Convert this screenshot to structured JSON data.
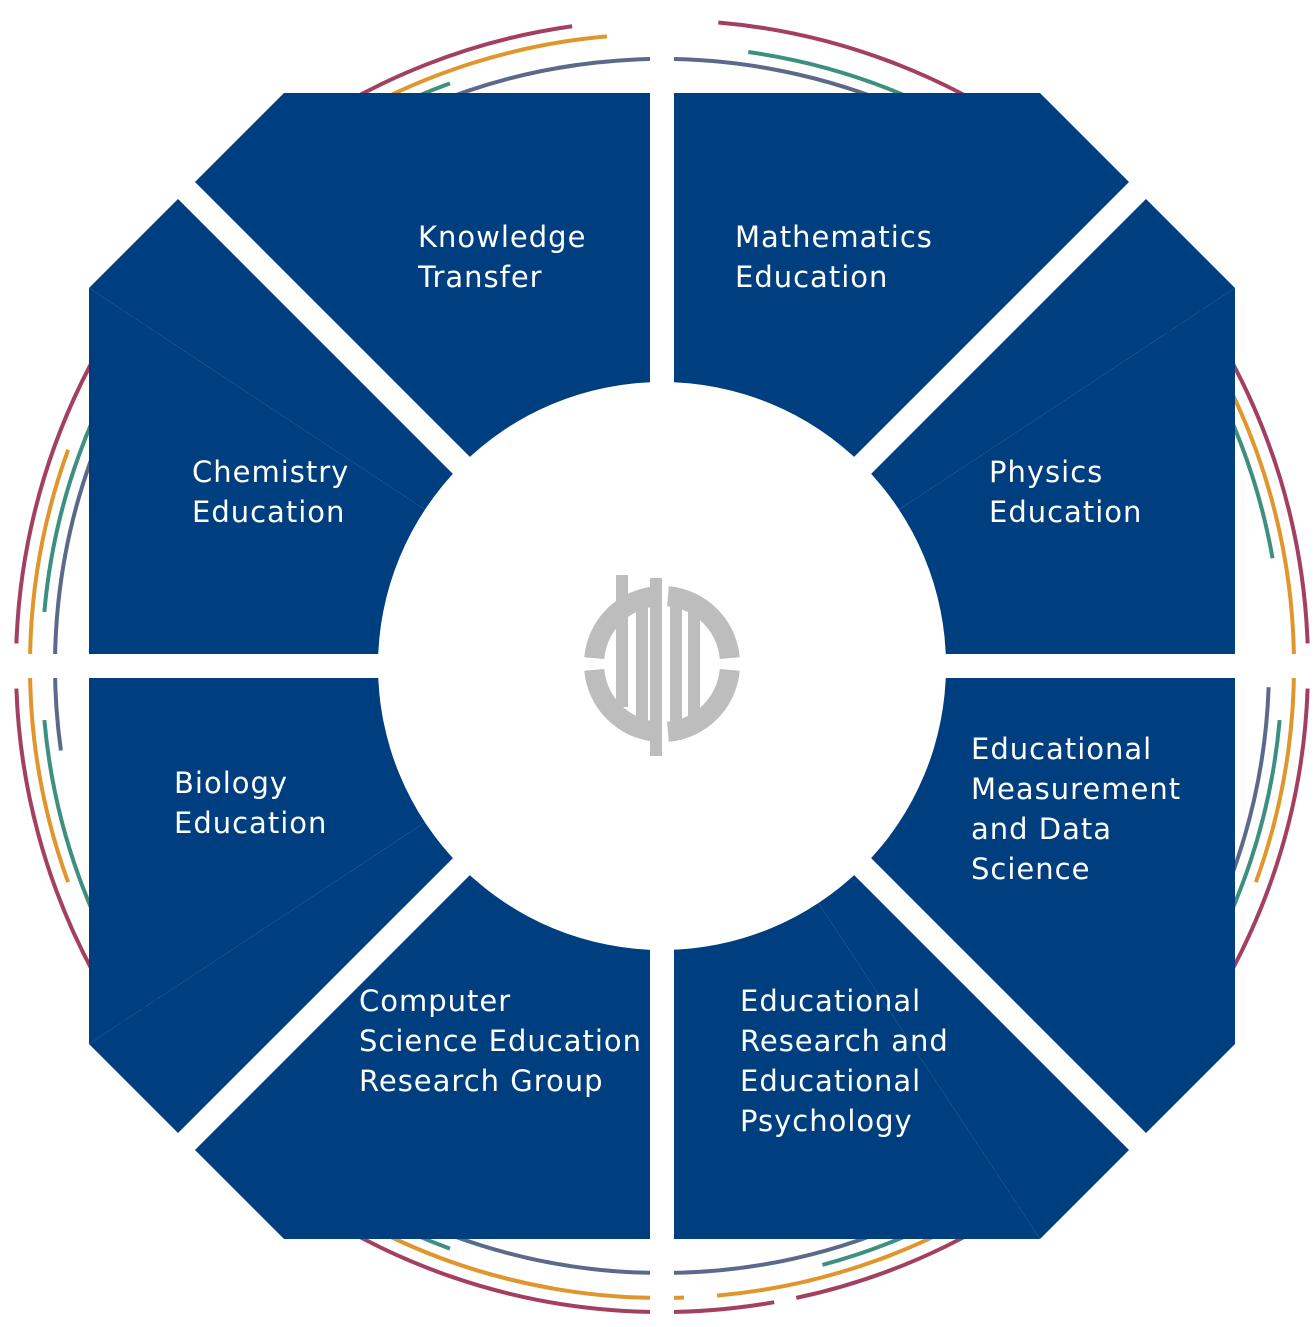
{
  "colors": {
    "segment_fill": "#003f7f",
    "gap": "#ffffff",
    "logo": "#bdbdbd",
    "ring_red": "#a4405f",
    "ring_orange": "#e0962c",
    "ring_green": "#3d8f7f",
    "ring_slate": "#5b6a8a"
  },
  "segments": [
    {
      "id": "knowledge-transfer",
      "label": "Knowledge\nTransfer"
    },
    {
      "id": "mathematics-education",
      "label": "Mathematics\nEducation"
    },
    {
      "id": "physics-education",
      "label": "Physics\nEducation"
    },
    {
      "id": "educational-measurement",
      "label": "Educational\nMeasurement\nand Data\nScience"
    },
    {
      "id": "educational-research-psychology",
      "label": "Educational\nResearch and\nEducational\nPsychology"
    },
    {
      "id": "computer-science-education",
      "label": "Computer\nScience Education\nResearch Group"
    },
    {
      "id": "biology-education",
      "label": "Biology\nEducation"
    },
    {
      "id": "chemistry-education",
      "label": "Chemistry\nEducation"
    }
  ],
  "center_logo": {
    "icon": "institute-logo-icon"
  },
  "outer_rings": {
    "icon": "decorative-arc-rings"
  }
}
